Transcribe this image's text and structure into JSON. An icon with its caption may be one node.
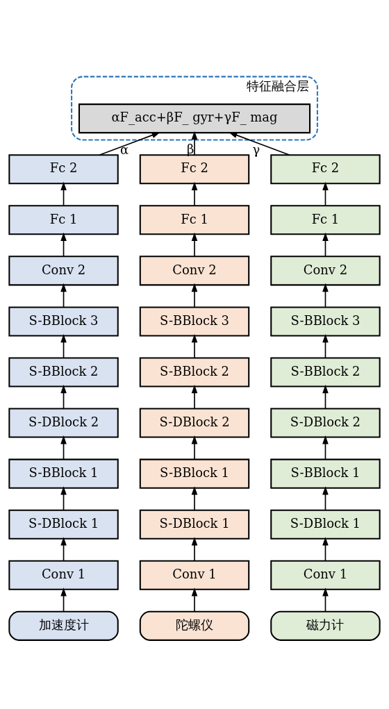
{
  "diagram": {
    "nodes": [
      {
        "text": [
          "特征融合层"
        ]
      },
      {
        "text": [
          "αF_acc+βF_ gyr+γF_ mag"
        ],
        "in": 0
      },
      {
        "text": [
          "Fc 2"
        ]
      },
      {
        "text": [
          "Fc 2"
        ]
      },
      {
        "text": [
          "Fc 2"
        ]
      },
      {
        "text": [
          "Fc 1"
        ]
      },
      {
        "text": [
          "Fc 1"
        ]
      },
      {
        "text": [
          "Fc 1"
        ]
      },
      {
        "text": [
          "Conv 2"
        ]
      },
      {
        "text": [
          "Conv 2"
        ]
      },
      {
        "text": [
          "Conv 2"
        ]
      },
      {
        "text": [
          "S-BBlock 3"
        ]
      },
      {
        "text": [
          "S-BBlock 3"
        ]
      },
      {
        "text": [
          "S-BBlock 3"
        ]
      },
      {
        "text": [
          "S-BBlock 2"
        ]
      },
      {
        "text": [
          "S-BBlock 2"
        ]
      },
      {
        "text": [
          "S-BBlock 2"
        ]
      },
      {
        "text": [
          "S-DBlock 2"
        ]
      },
      {
        "text": [
          "S-DBlock 2"
        ]
      },
      {
        "text": [
          "S-DBlock 2"
        ]
      },
      {
        "text": [
          "S-BBlock 1"
        ]
      },
      {
        "text": [
          "S-BBlock 1"
        ]
      },
      {
        "text": [
          "S-BBlock 1"
        ]
      },
      {
        "text": [
          "S-DBlock 1"
        ]
      },
      {
        "text": [
          "S-DBlock 1"
        ]
      },
      {
        "text": [
          "S-DBlock 1"
        ]
      },
      {
        "text": [
          "Conv 1"
        ]
      },
      {
        "text": [
          "Conv 1"
        ]
      },
      {
        "text": [
          "Conv 1"
        ]
      },
      {
        "text": [
          "加速度计"
        ]
      },
      {
        "text": [
          "陀螺仪"
        ]
      },
      {
        "text": [
          "磁力计"
        ]
      }
    ],
    "edges": [
      {
        "from": 2,
        "to": 1,
        "arrow": "to",
        "label": "α"
      },
      {
        "from": 3,
        "to": 1,
        "arrow": "to",
        "label": "β"
      },
      {
        "from": 4,
        "to": 1,
        "arrow": "to",
        "label": "γ"
      },
      {
        "from": 29,
        "to": 26,
        "arrow": "to"
      },
      {
        "from": 30,
        "to": 27,
        "arrow": "to"
      },
      {
        "from": 31,
        "to": 28,
        "arrow": "to"
      },
      {
        "from": 26,
        "to": 23,
        "arrow": "to"
      },
      {
        "from": 27,
        "to": 24,
        "arrow": "to"
      },
      {
        "from": 28,
        "to": 25,
        "arrow": "to"
      },
      {
        "from": 23,
        "to": 20,
        "arrow": "to"
      },
      {
        "from": 24,
        "to": 21,
        "arrow": "to"
      },
      {
        "from": 25,
        "to": 22,
        "arrow": "to"
      },
      {
        "from": 20,
        "to": 17,
        "arrow": "to"
      },
      {
        "from": 21,
        "to": 18,
        "arrow": "to"
      },
      {
        "from": 22,
        "to": 19,
        "arrow": "to"
      },
      {
        "from": 17,
        "to": 14,
        "arrow": "to"
      },
      {
        "from": 18,
        "to": 15,
        "arrow": "to"
      },
      {
        "from": 19,
        "to": 16,
        "arrow": "to"
      },
      {
        "from": 14,
        "to": 11,
        "arrow": "to"
      },
      {
        "from": 15,
        "to": 12,
        "arrow": "to"
      },
      {
        "from": 16,
        "to": 13,
        "arrow": "to"
      },
      {
        "from": 11,
        "to": 8,
        "arrow": "to"
      },
      {
        "from": 12,
        "to": 9,
        "arrow": "to"
      },
      {
        "from": 13,
        "to": 10,
        "arrow": "to"
      },
      {
        "from": 8,
        "to": 5,
        "arrow": "to"
      },
      {
        "from": 9,
        "to": 6,
        "arrow": "to"
      },
      {
        "from": 10,
        "to": 7,
        "arrow": "to"
      },
      {
        "from": 5,
        "to": 2,
        "arrow": "to"
      },
      {
        "from": 6,
        "to": 3,
        "arrow": "to"
      },
      {
        "from": 7,
        "to": 4,
        "arrow": "to"
      }
    ]
  }
}
